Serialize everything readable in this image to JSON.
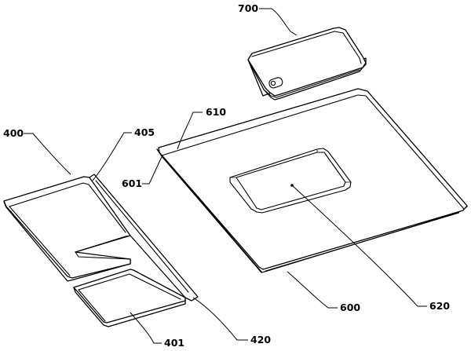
{
  "reference_numerals": {
    "n700": "700",
    "n610": "610",
    "n400": "400",
    "n405": "405",
    "n601": "601",
    "n600": "600",
    "n620": "620",
    "n401": "401",
    "n420": "420"
  },
  "parts": [
    {
      "numeral": "700",
      "description": "phone case"
    },
    {
      "numeral": "600",
      "description": "base plate"
    },
    {
      "numeral": "620",
      "description": "recess"
    },
    {
      "numeral": "400",
      "description": "sliding panel"
    },
    {
      "numeral": "401",
      "description": "lower slide piece"
    }
  ]
}
